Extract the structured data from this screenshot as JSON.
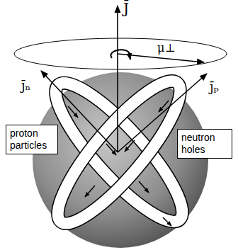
{
  "diagram": {
    "nodes": [
      {
        "text": [
          "proton particles"
        ]
      },
      {
        "text": [
          "neutron holes"
        ]
      }
    ],
    "labels": [
      "J̄",
      "μ⊥",
      "j̄ₙ",
      "j̄ₚ"
    ]
  }
}
